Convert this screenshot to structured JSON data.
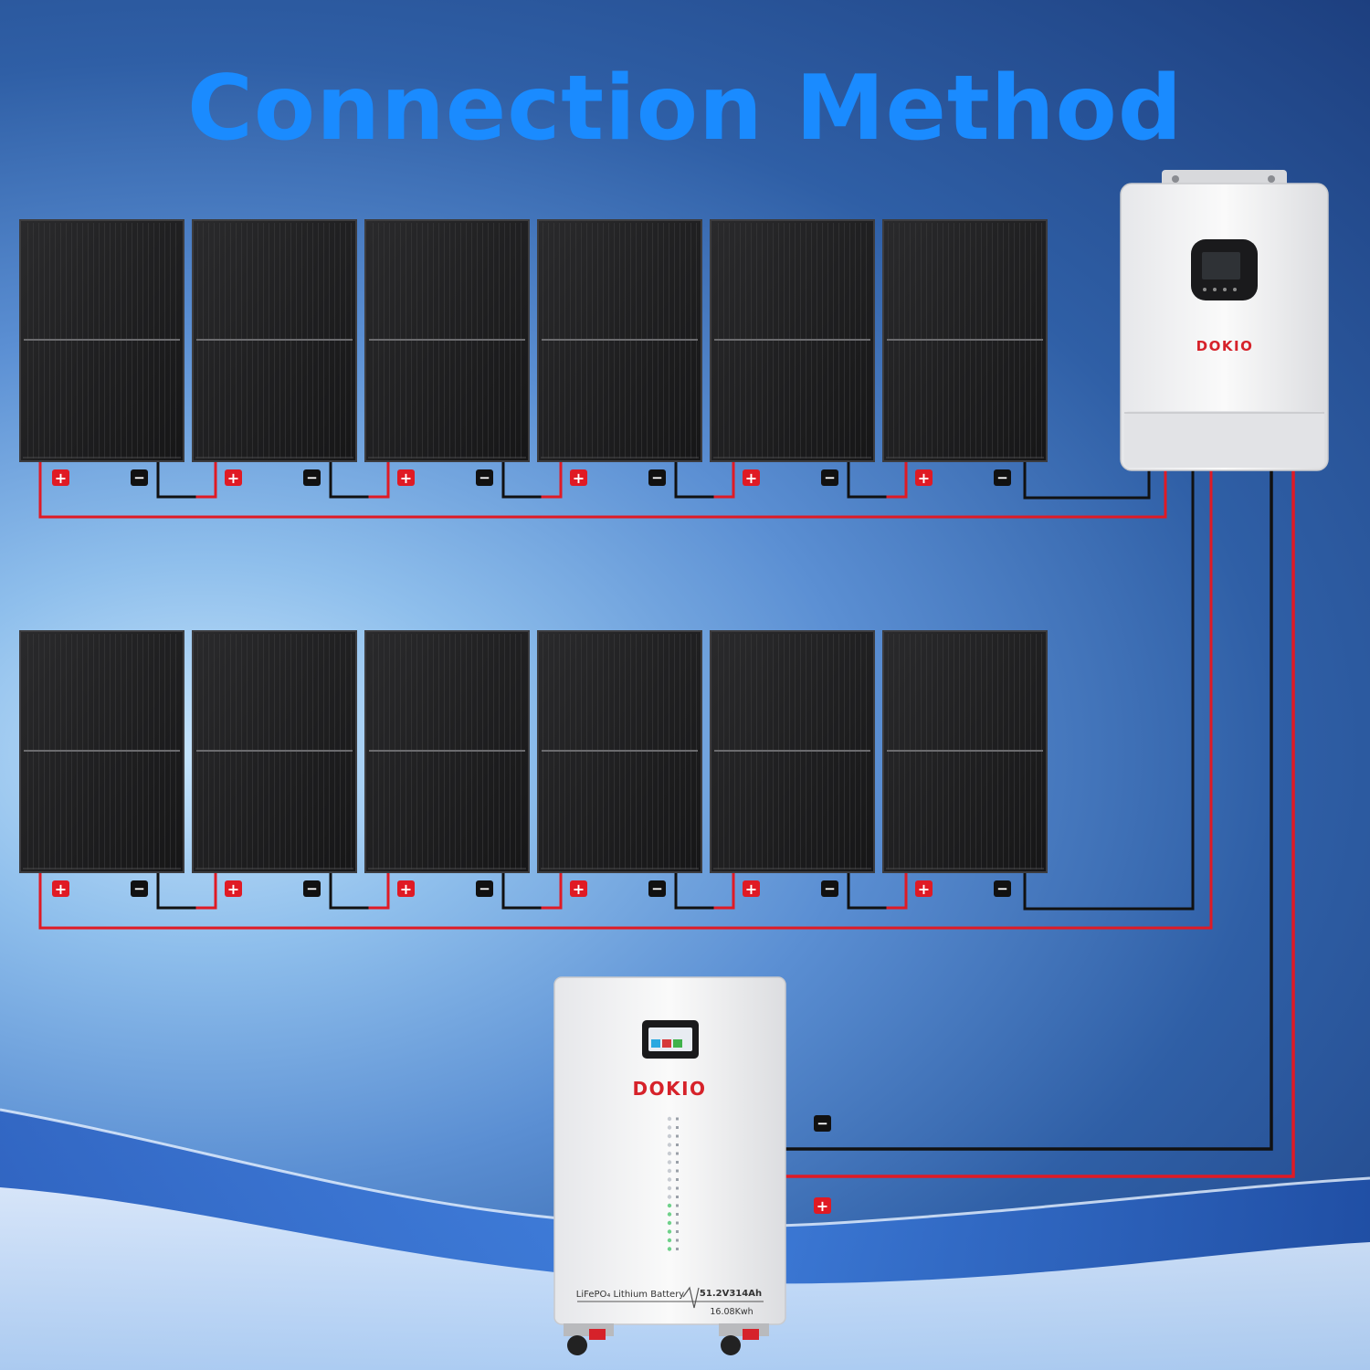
{
  "title": {
    "part1": "Connection Method",
    "part2": ""
  },
  "inverter": {
    "brand": "DOKIO"
  },
  "battery": {
    "brand": "DOKIO",
    "chemistry": "LiFePO₄ Lithium Battery",
    "spec": "51.2V314Ah",
    "capacity": "16.08Kwh"
  },
  "terminals": {
    "positive": "+",
    "negative": "−"
  },
  "colors": {
    "positive_wire": "#e01a24",
    "negative_wire": "#111111",
    "panel": "#1f1f21",
    "title_blue": "#1a8bff",
    "title_cyan": "#16d8f5"
  }
}
